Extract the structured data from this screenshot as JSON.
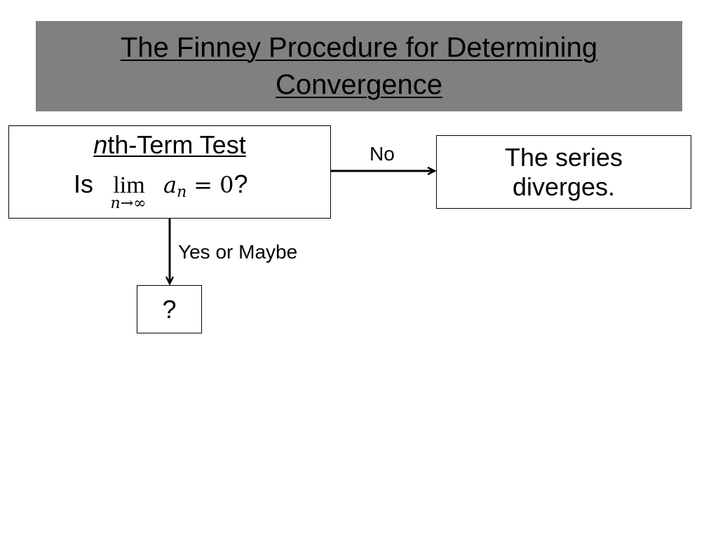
{
  "slide": {
    "title": "The Finney Procedure for Determining Convergence"
  },
  "test_box": {
    "heading_n": "n",
    "heading_rest": "th-Term Test",
    "question_prefix": "Is",
    "lim_word": "lim",
    "lim_sub": "n→∞",
    "a": "a",
    "a_sub": "n",
    "equals": "=",
    "zero": "0",
    "question_mark": "?"
  },
  "diverge_box": {
    "text": "The series diverges."
  },
  "next_box": {
    "text": "?"
  },
  "edges": {
    "no_label": "No",
    "yes_label": "Yes or Maybe"
  },
  "colors": {
    "title_background": "#808080",
    "line": "#000000",
    "background": "#ffffff"
  }
}
